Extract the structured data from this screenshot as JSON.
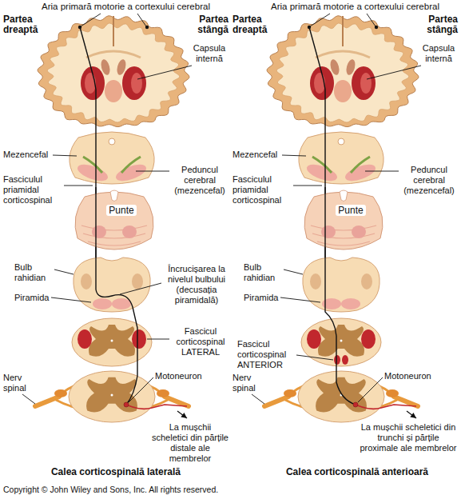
{
  "diagram": {
    "nodes": [
      {
        "text": [
          "Punte"
        ]
      },
      {
        "text": [
          "Punte"
        ]
      }
    ],
    "labels": [
      "Aria primară motorie a cortexului cerebral",
      "Partea dreaptă",
      "Partea stângă",
      "Capsula internă",
      "Mezencefal",
      "Peduncul cerebral (mezencefal)",
      "Fasciculul priamidal corticospinal",
      "Bulb rahidian",
      "Piramida",
      "Încrucișarea la nivelul bulbului (decusația piramidală)",
      "Fascicul corticospinal LATERAL",
      "Nerv spinal",
      "Motoneuron",
      "La mușchii scheletici din părțile distale ale membrelor",
      "Calea corticospinală laterală",
      "Aria primară motorie a cortexului cerebral",
      "Partea dreaptă",
      "Partea stângă",
      "Capsula internă",
      "Mezencefal",
      "Peduncul cerebral (mezencefal)",
      "Fasciculul priamidal corticospinal",
      "Bulb rahidian",
      "Piramida",
      "Fascicul corticospinal ANTERIOR",
      "Nerv spinal",
      "Motoneuron",
      "La mușchii scheletici din trunchi și părțile proximale ale membrelor",
      "Calea corticospinală anterioară",
      "Copyright © John Wiley and Sons, Inc. All rights reserved."
    ]
  }
}
